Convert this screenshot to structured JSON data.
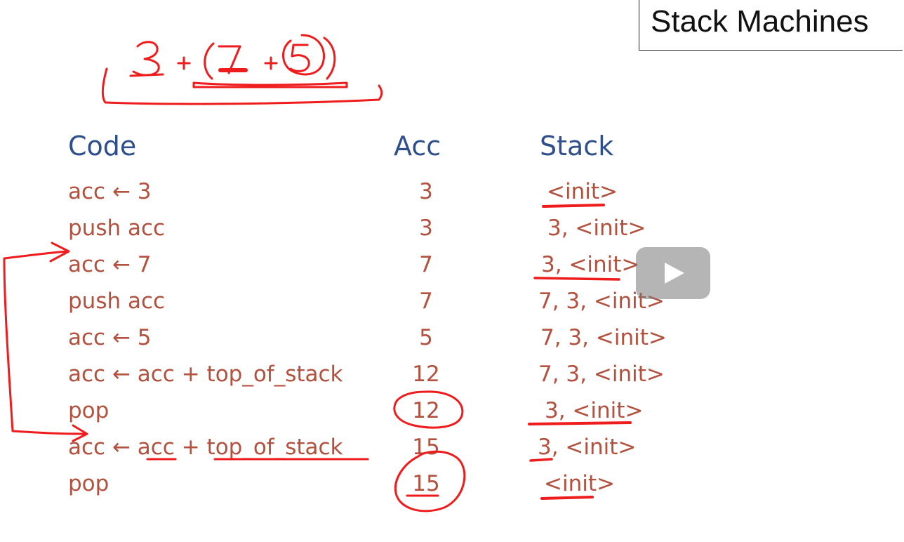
{
  "slide": {
    "title": "Stack Machines",
    "handwritten_expression": "3 + (7 + 5)",
    "headers": {
      "code": "Code",
      "acc": "Acc",
      "stack": "Stack"
    },
    "rows": [
      {
        "code": "acc ← 3",
        "acc": "3",
        "stack": "<init>"
      },
      {
        "code": "push acc",
        "acc": "3",
        "stack": "3, <init>"
      },
      {
        "code": "acc ← 7",
        "acc": "7",
        "stack": "3, <init>"
      },
      {
        "code": "push acc",
        "acc": "7",
        "stack": "7, 3, <init>"
      },
      {
        "code": "acc ← 5",
        "acc": "5",
        "stack": "7, 3, <init>"
      },
      {
        "code": "acc ← acc + top_of_stack",
        "acc": "12",
        "stack": "7, 3, <init>"
      },
      {
        "code": "pop",
        "acc": "12",
        "stack": "3, <init>"
      },
      {
        "code": "acc ← acc + top_of_stack",
        "acc": "15",
        "stack": "3, <init>"
      },
      {
        "code": "pop",
        "acc": "15",
        "stack": "<init>"
      }
    ]
  },
  "player": {
    "play_icon": "play-icon"
  },
  "colors": {
    "header": "#2f4f8c",
    "body_text": "#b3513f",
    "annotation": "#ee1c1c"
  }
}
